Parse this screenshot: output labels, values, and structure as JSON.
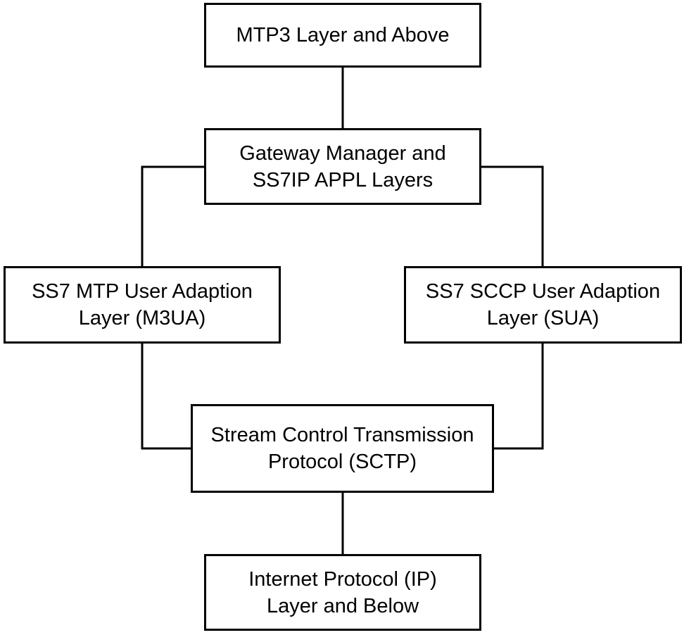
{
  "diagram": {
    "type": "protocol-stack-flowchart",
    "line_color": "#000000",
    "box_border_color": "#000000",
    "background_color": "#ffffff",
    "nodes": {
      "mtp3": {
        "line1": "MTP3 Layer and Above"
      },
      "gateway": {
        "line1": "Gateway Manager and",
        "line2": "SS7IP APPL Layers"
      },
      "m3ua": {
        "line1": "SS7 MTP User Adaption",
        "line2": "Layer (M3UA)"
      },
      "sua": {
        "line1": "SS7 SCCP User Adaption",
        "line2": "Layer (SUA)"
      },
      "sctp": {
        "line1": "Stream Control Transmission",
        "line2": "Protocol (SCTP)"
      },
      "ip": {
        "line1": "Internet Protocol (IP)",
        "line2": "Layer and Below"
      }
    },
    "edges": [
      {
        "from": "mtp3",
        "to": "gateway"
      },
      {
        "from": "gateway",
        "to": "m3ua"
      },
      {
        "from": "gateway",
        "to": "sua"
      },
      {
        "from": "m3ua",
        "to": "sctp"
      },
      {
        "from": "sua",
        "to": "sctp"
      },
      {
        "from": "sctp",
        "to": "ip"
      }
    ]
  }
}
